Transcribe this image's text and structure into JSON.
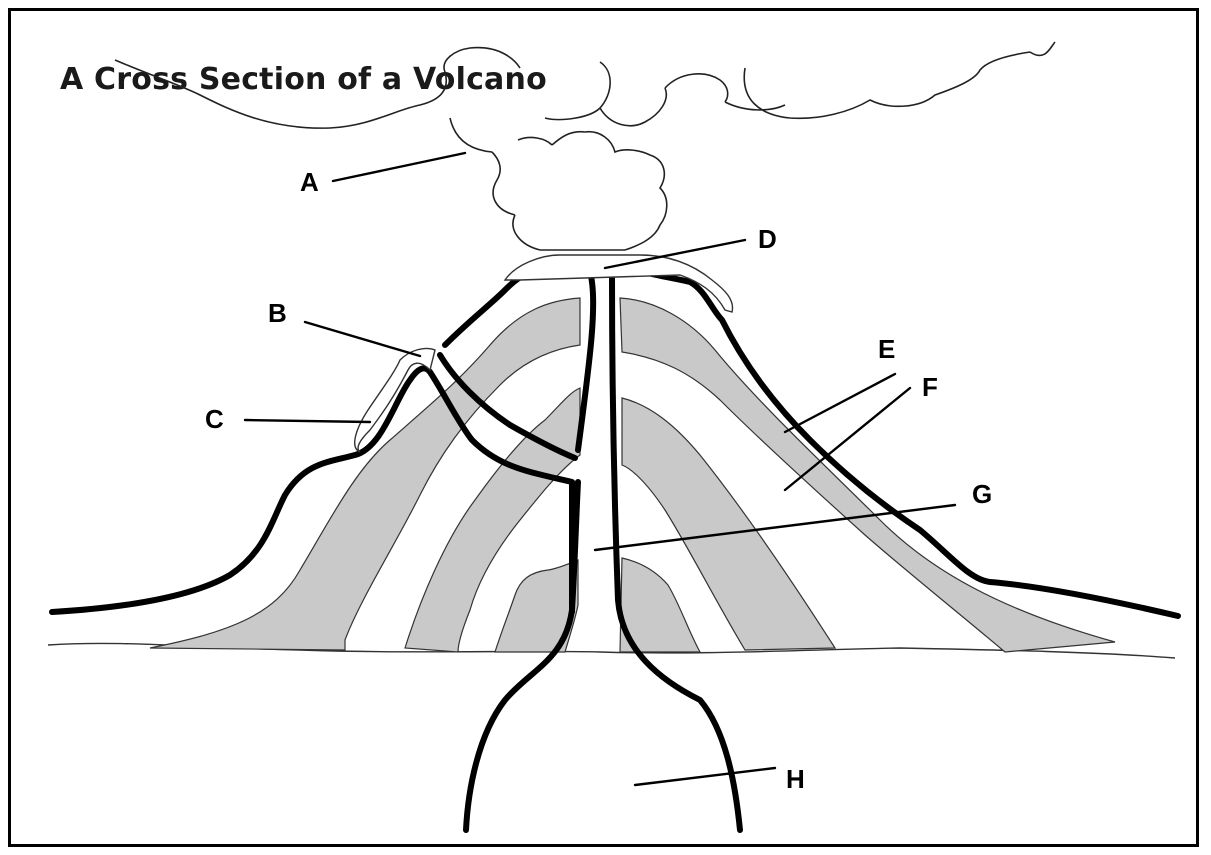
{
  "diagram": {
    "title": "A Cross Section of a Volcano",
    "labels": {
      "A": "A",
      "B": "B",
      "C": "C",
      "D": "D",
      "E": "E",
      "F": "F",
      "G": "G",
      "H": "H"
    },
    "layer_fill": "#c9c9c9",
    "outline_color": "#000000"
  }
}
